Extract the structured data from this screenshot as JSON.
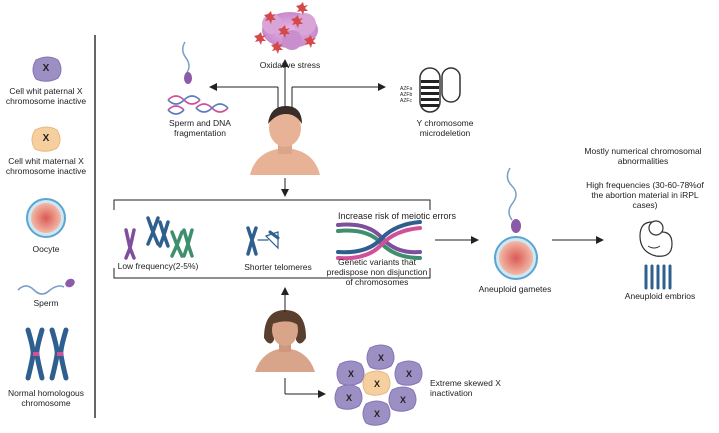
{
  "legend": {
    "paternal_x": "Cell whit paternal X chromosome inactive",
    "maternal_x": "Cell whit maternal X chromosome inactive",
    "oocyte": "Oocyte",
    "sperm": "Sperm",
    "homologous": "Normal homologous chromosome",
    "x_symbol": "X"
  },
  "male": {
    "oxidative_stress": "Oxidative stress",
    "dna_fragmentation": "Sperm and DNA fragmentation",
    "y_microdeletion": "Y chromosome microdeletion",
    "azf_labels": [
      "AZFa",
      "AZFb",
      "AZFc"
    ]
  },
  "box": {
    "low_frequency": "Low frequency(2-5%)",
    "shorter_telomeres": "Shorter telomeres",
    "meiotic_errors": "Increase risk of meiotic errors",
    "genetic_variants": "Genetic variants that predispose non disjunction of chromosomes"
  },
  "female": {
    "skewed_x": "Extreme skewed X inactivation"
  },
  "outcome": {
    "aneuploid_gametes": "Aneuploid gametes",
    "numerical_abnormalities": "Mostly numerical chromosomal abnormalities",
    "high_frequencies": "High frequencies (30-60-78%of the abortion material in iRPL cases)",
    "aneuploid_embryos": "Aneuploid embrios"
  },
  "colors": {
    "purple_cell": "#9b8fc4",
    "orange_cell": "#f6cf9e",
    "oocyte_core": "#d9625e",
    "chromosome_blue": "#2f5f8f",
    "chromosome_purple": "#7d4f9c",
    "chromosome_green": "#3e8f6e"
  }
}
